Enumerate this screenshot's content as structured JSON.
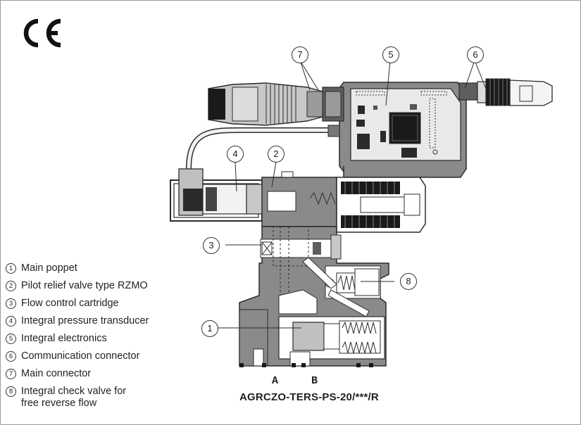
{
  "certification_mark": "CE",
  "legend": [
    {
      "number": "1",
      "text": "Main poppet"
    },
    {
      "number": "2",
      "text": "Pilot relief valve type RZMO"
    },
    {
      "number": "3",
      "text": "Flow control cartridge"
    },
    {
      "number": "4",
      "text": "Integral pressure transducer"
    },
    {
      "number": "5",
      "text": "Integral electronics"
    },
    {
      "number": "6",
      "text": "Communication connector"
    },
    {
      "number": "7",
      "text": "Main connector"
    },
    {
      "number": "8",
      "text": "Integral check valve for",
      "text2": "free reverse flow"
    }
  ],
  "callouts": [
    "7",
    "5",
    "6",
    "4",
    "2",
    "3",
    "8",
    "1"
  ],
  "ports": {
    "a": "A",
    "b": "B"
  },
  "model_code": "AGRCZO-TERS-PS-20/***/R",
  "colors": {
    "housing": "#8a8a8a",
    "housing_dark": "#5e5e5e",
    "electronics_board": "#e9e9e9",
    "coil_black": "#1a1a1a",
    "outline": "#2b2b2b"
  }
}
